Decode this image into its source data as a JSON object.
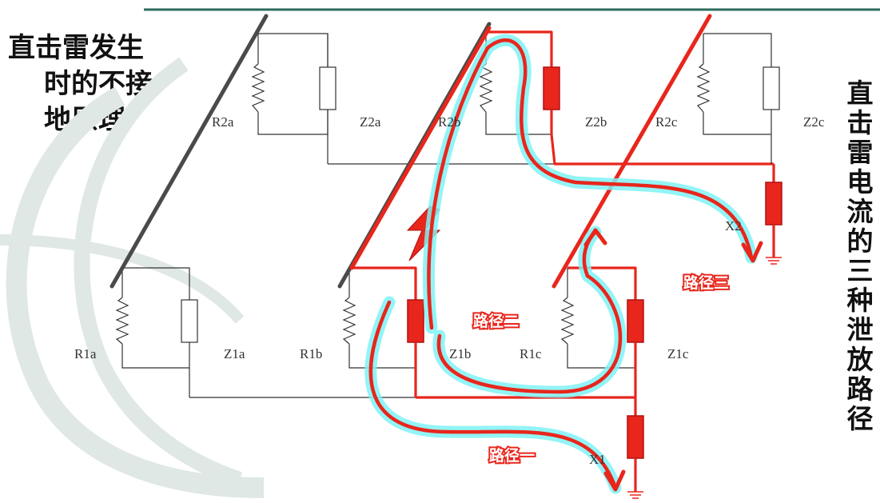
{
  "title_left": [
    "直击雷发生",
    "时的不接",
    "地原理"
  ],
  "title_right": "直击雷电流的三种泄放路径",
  "components": {
    "R2a": "R2a",
    "Z2a": "Z2a",
    "R2b": "R2b",
    "Z2b": "Z2b",
    "R2c": "R2c",
    "Z2c": "Z2c",
    "R1a": "R1a",
    "Z1a": "Z1a",
    "R1b": "R1b",
    "Z1b": "Z1b",
    "R1c": "R1c",
    "Z1c": "Z1c",
    "X1": "X1",
    "X2": "X2"
  },
  "paths": {
    "path1": "路径一",
    "path2": "路径二",
    "path3": "路径三"
  },
  "colors": {
    "highlight": "#e8261c",
    "glow": "#7ff2f4",
    "rule": "#2e6b5c"
  },
  "icons": [
    "lightning-icon",
    "ground-icon"
  ]
}
